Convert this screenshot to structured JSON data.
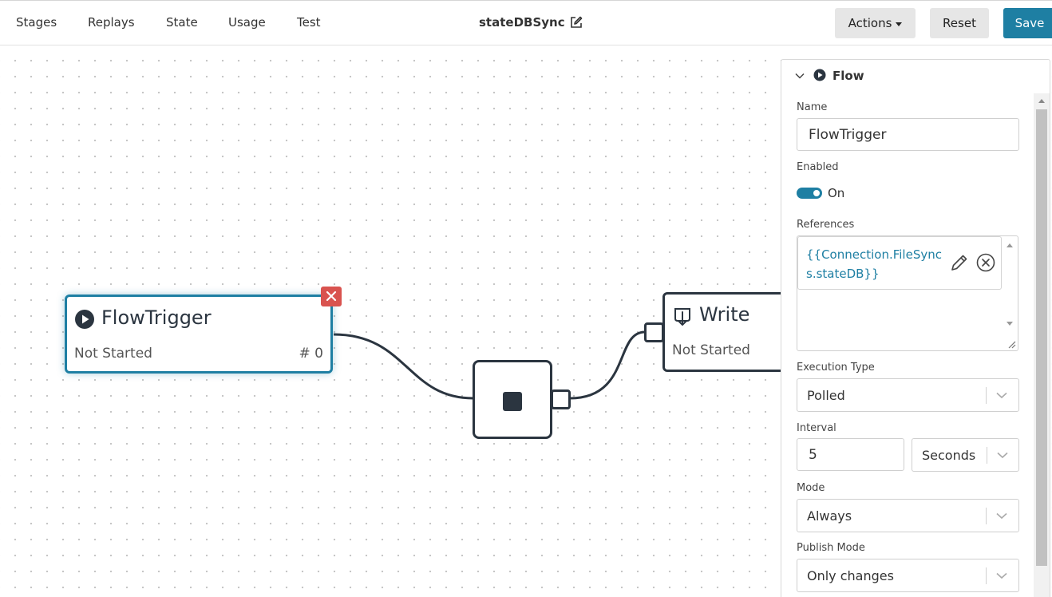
{
  "nav": {
    "tabs": [
      {
        "label": "Stages"
      },
      {
        "label": "Replays"
      },
      {
        "label": "State"
      },
      {
        "label": "Usage"
      },
      {
        "label": "Test"
      }
    ],
    "title": "stateDBSync",
    "actions_label": "Actions",
    "reset_label": "Reset",
    "save_label": "Save"
  },
  "canvas": {
    "nodes": [
      {
        "title": "FlowTrigger",
        "status": "Not Started",
        "count": "# 0",
        "icon": "play-circle-icon"
      },
      {
        "title": "Write",
        "status": "Not Started",
        "icon": "download-tray-icon"
      }
    ],
    "middle_node_icon": "stop-square-icon"
  },
  "panel": {
    "section_title": "Flow",
    "section_icon": "play-circle-icon",
    "name_label": "Name",
    "name_value": "FlowTrigger",
    "enabled_label": "Enabled",
    "enabled_state": "On",
    "references_label": "References",
    "reference_chip": "{{Connection.FileSyncs.stateDB}}",
    "execution_type_label": "Execution Type",
    "execution_type_value": "Polled",
    "interval_label": "Interval",
    "interval_value": "5",
    "interval_unit": "Seconds",
    "mode_label": "Mode",
    "mode_value": "Always",
    "publish_mode_label": "Publish Mode",
    "publish_mode_value": "Only changes"
  },
  "colors": {
    "accent": "#1e7fa3",
    "node_dark": "#2b3540",
    "delete_red": "#d9534f"
  }
}
